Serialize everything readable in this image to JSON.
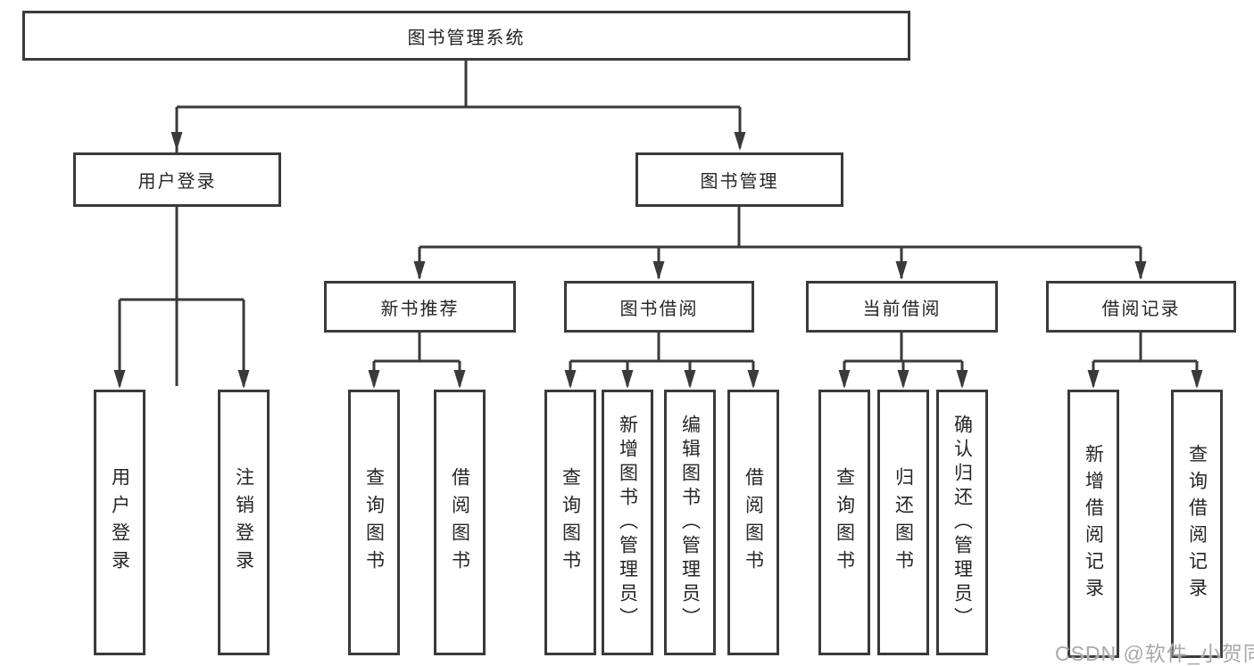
{
  "nodes": {
    "root": "图书管理系统",
    "user_login": "用户登录",
    "book_management": "图书管理",
    "new_book_recommend": "新书推荐",
    "book_borrow": "图书借阅",
    "current_borrow": "当前借阅",
    "borrow_records": "借阅记录",
    "user_login_children": [
      "用户登录",
      "注销登录"
    ],
    "new_book_children": [
      "查询图书",
      "借阅图书"
    ],
    "book_borrow_children": [
      "查询图书",
      "新增图书（管理员）",
      "编辑图书（管理员）",
      "借阅图书"
    ],
    "current_borrow_children": [
      "查询图书",
      "归还图书",
      "确认归还（管理员）"
    ],
    "borrow_records_children": [
      "新增借阅记录",
      "查询借阅记录"
    ]
  },
  "watermark": "CSDN @软件_小贺同学",
  "colors": {
    "line": "#3a3a3a",
    "box_border": "#3a3a3a",
    "text": "#262626",
    "watermark": "#a9a9a9",
    "background": "#ffffff"
  }
}
